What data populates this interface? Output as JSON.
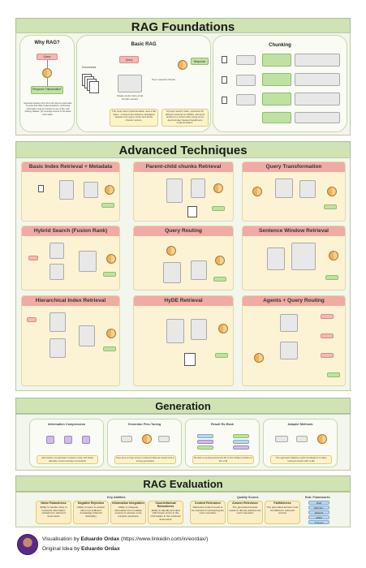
{
  "title": "RAG Foundations",
  "foundations": {
    "why": {
      "title": "Why RAG?",
      "query": "Query",
      "response": "Response \"Hallucination\"",
      "note": "Generate answers from the LLM may be inaccurate. To solve that RAG implementations: (1) Rewrite information may be relevant to use of the LLM training dataset. (2) Leverage access to the latest information."
    },
    "basic": {
      "title": "Basic RAG",
      "documents": "Documents",
      "query": "Query",
      "response": "Response",
      "topk": "Top k relevant chunks",
      "store": "Single vector store of all chunks vectors",
      "note1": "The most naive implementation uses a flat index - a brute force distance calculation between the query vector and all the chunks' vectors.",
      "note2": "A proper search index, optimised for efficient retrieval on 10000+ elements (index) is a vector index using some Approximate Nearest Neighbours implementation."
    },
    "chunking": {
      "title": "Chunking"
    }
  },
  "advanced": {
    "title": "Advanced Techniques",
    "panels": [
      "Basic Index Retrieval + Metadata",
      "Parent-child chunks Retrieval",
      "Query Transformation",
      "Hybrid Search (Fusion Rank)",
      "Query Routing",
      "Sentence Window Retrieval",
      "Hierarchical Index Retrieval",
      "HyDE Retrieval",
      "Agents + Query Routing"
    ]
  },
  "generation": {
    "title": "Generation",
    "cards": [
      {
        "title": "Information Compression",
        "note": "Information compression reduces noise and helps alleviate context window constraints"
      },
      {
        "title": "Generator Fine-Tuning",
        "note": "Fine-tune to help ensure retrieved data are learned as a strong generation"
      },
      {
        "title": "Result Re-Rank",
        "note": "Rerank re-sorting document list to the hidden position of the LLM"
      },
      {
        "title": "Adapter Methods",
        "note": "The approach attaches external adapters to align retrieval results with LLMs"
      }
    ]
  },
  "evaluation": {
    "title": "RAG Evaluation",
    "key_abilities": {
      "title": "Key Abilities",
      "items": [
        {
          "title": "Noise Robustness",
          "text": "Ability to handle noisy or irrelevant information contained in retrieved documents"
        },
        {
          "title": "Negative Rejection",
          "text": "Ability to reject to answer when not sufficient knowledge (internal factuality)"
        },
        {
          "title": "Information Integration",
          "text": "Ability to integrate information from multiple sources to answer more complex questions"
        },
        {
          "title": "Counterfactual Robustness",
          "text": "Ability to identify and deal with known errors in the information in the retrieved documents"
        }
      ]
    },
    "quality_scores": {
      "title": "Quality Scores",
      "items": [
        {
          "title": "Context Relevance",
          "text": "Retrieved context needs to be relevant for answering the user's question"
        },
        {
          "title": "Answer Relevance",
          "text": "The generated answer needs to directly address the user's question"
        },
        {
          "title": "Faithfulness",
          "text": "The generated answer must be faithful to retrieved context"
        }
      ]
    },
    "frameworks": {
      "title": "Eval. Frameworks",
      "items": [
        "RGB",
        "RECALL",
        "RAGAS",
        "ARES",
        "TruLens"
      ]
    }
  },
  "footer": {
    "line1_prefix": "Visualisation by ",
    "line1_name": "Eduardo Ordax",
    "line1_suffix": " (https://www.linkedin.com/in/eordax/)",
    "line2_prefix": "Original Idea by ",
    "line2_name": "Eduardo Ordax"
  }
}
